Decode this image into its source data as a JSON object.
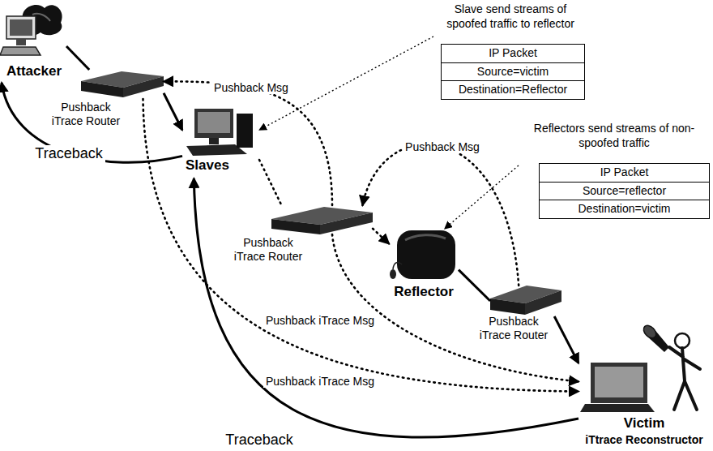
{
  "diagram": {
    "nodes": [
      {
        "text": [
          "Attacker"
        ]
      },
      {
        "text": [
          "Pushback iTrace Router"
        ]
      },
      {
        "text": [
          "Slaves"
        ]
      },
      {
        "text": [
          "Pushback iTrace Router"
        ]
      },
      {
        "text": [
          "Reflector"
        ]
      },
      {
        "text": [
          "Pushback iTrace Router"
        ]
      },
      {
        "text": [
          "Victim",
          "iTtrace Reconstructor"
        ]
      },
      {
        "text": [
          "Slave send streams of spoofed traffic to reflector",
          "IP Packet",
          "Source=victim",
          "Destination=Reflector"
        ]
      },
      {
        "text": [
          "Reflectors send streams of non-spoofed traffic",
          "IP Packet",
          "Source=reflector",
          "Destination=victim"
        ]
      }
    ],
    "edges": [
      {
        "from": 0,
        "to": 1,
        "arrow": "none"
      },
      {
        "from": 1,
        "to": 2,
        "arrow": "to"
      },
      {
        "from": 2,
        "to": 3,
        "arrow": "none"
      },
      {
        "from": 3,
        "to": 4,
        "arrow": "to"
      },
      {
        "from": 4,
        "to": 5,
        "arrow": "none"
      },
      {
        "from": 5,
        "to": 6,
        "arrow": "to"
      },
      {
        "from": 3,
        "to": 1,
        "arrow": "to",
        "label": "Pushback Msg"
      },
      {
        "from": 5,
        "to": 3,
        "arrow": "to",
        "label": "Pushback Msg"
      },
      {
        "from": 3,
        "to": 6,
        "arrow": "to",
        "label": "Pushback iTrace Msg"
      },
      {
        "from": 1,
        "to": 6,
        "arrow": "to",
        "label": "Pushback iTrace Msg"
      },
      {
        "from": 2,
        "to": 0,
        "arrow": "to",
        "label": "Traceback"
      },
      {
        "from": 6,
        "to": 2,
        "arrow": "to",
        "label": "Traceback"
      },
      {
        "from": 7,
        "to": 2,
        "arrow": "to"
      },
      {
        "from": 8,
        "to": 4,
        "arrow": "to"
      }
    ]
  }
}
